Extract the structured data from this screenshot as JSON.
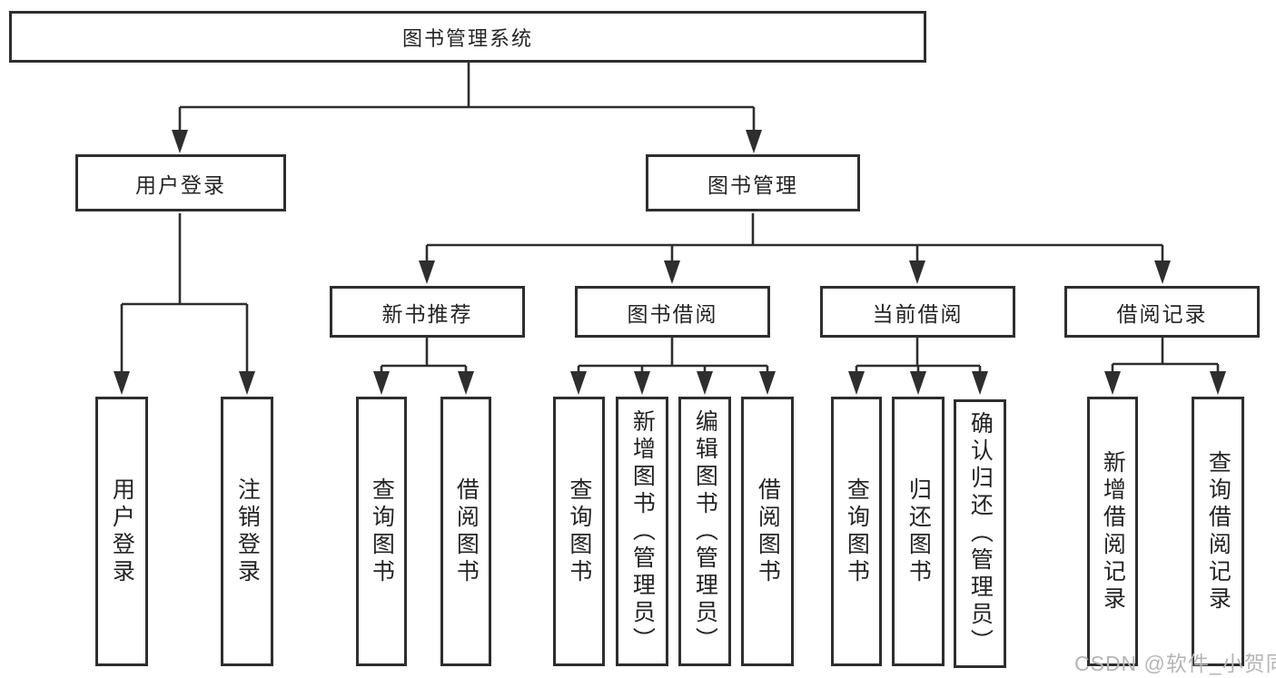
{
  "title": "图书管理系统",
  "level2": {
    "user_login": "用户登录",
    "book_management": "图书管理"
  },
  "level3": {
    "new_book_recommend": "新书推荐",
    "book_borrowing": "图书借阅",
    "current_borrowing": "当前借阅",
    "borrowing_records": "借阅记录"
  },
  "leaves": {
    "user_login": "用户登录",
    "logout": "注销登录",
    "nb_query_books": "查询图书",
    "nb_borrow_books": "借阅图书",
    "bb_query_books": "查询图书",
    "bb_add_books_admin": "新增图书（管理员）",
    "bb_edit_books_admin": "编辑图书（管理员）",
    "bb_borrow_books": "借阅图书",
    "cb_query_books": "查询图书",
    "cb_return_books": "归还图书",
    "cb_confirm_return_admin": "确认归还（管理员）",
    "br_add_record": "新增借阅记录",
    "br_query_record": "查询借阅记录"
  },
  "watermark": "CSDN @软件_小贺同学",
  "colors": {
    "line": "#2e2e2e",
    "text": "#242424",
    "watermark": "#b5b5b5",
    "background": "#ffffff"
  }
}
